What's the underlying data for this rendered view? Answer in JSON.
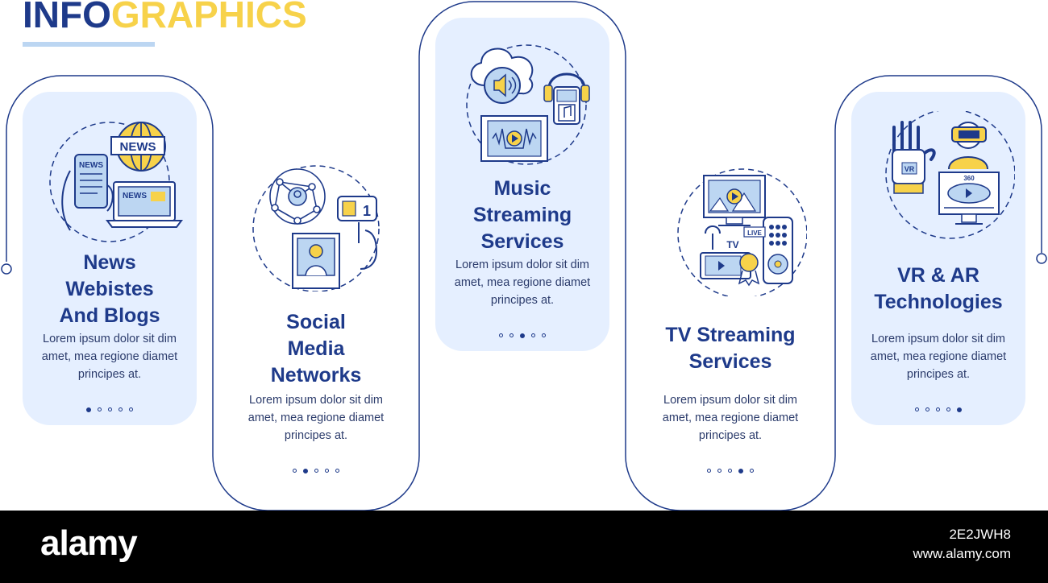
{
  "header": {
    "title_part1": "INFO",
    "title_part2": "GRAPHICS"
  },
  "cards": [
    {
      "heading": [
        "News",
        "Webistes",
        "And Blogs"
      ],
      "desc": [
        "Lorem ipsum dolor sit dim",
        "amet, mea regione diamet",
        "principes at."
      ],
      "active_dot": 1
    },
    {
      "heading": [
        "Social",
        "Media",
        "Networks"
      ],
      "desc": [
        "Lorem ipsum dolor sit dim",
        "amet, mea regione diamet",
        "principes at."
      ],
      "active_dot": 2
    },
    {
      "heading": [
        "Music",
        "Streaming",
        "Services"
      ],
      "desc": [
        "Lorem ipsum dolor sit dim",
        "amet, mea regione diamet",
        "principes at."
      ],
      "active_dot": 3
    },
    {
      "heading": [
        "TV Streaming",
        "Services"
      ],
      "desc": [
        "Lorem ipsum dolor sit dim",
        "amet, mea regione diamet",
        "principes at."
      ],
      "active_dot": 4
    },
    {
      "heading": [
        "VR & AR",
        "Technologies"
      ],
      "desc": [
        "Lorem ipsum dolor sit dim",
        "amet, mea regione diamet",
        "principes at."
      ],
      "active_dot": 5
    }
  ],
  "icons": {
    "news": {
      "sign": "NEWS",
      "phone": "NEWS",
      "laptop": "NEWS"
    },
    "social": {
      "count": "1"
    },
    "tv": {
      "label": "TV",
      "live": "LIVE"
    },
    "vr": {
      "badge": "VR",
      "screen": "360"
    }
  },
  "footer": {
    "brand": "alamy",
    "image_id": "2E2JWH8",
    "url": "www.alamy.com"
  },
  "colors": {
    "navy": "#1e3a8a",
    "yellow": "#f7d24a",
    "card_fill": "#e5efff",
    "accent_blue": "#bcd6f2"
  }
}
